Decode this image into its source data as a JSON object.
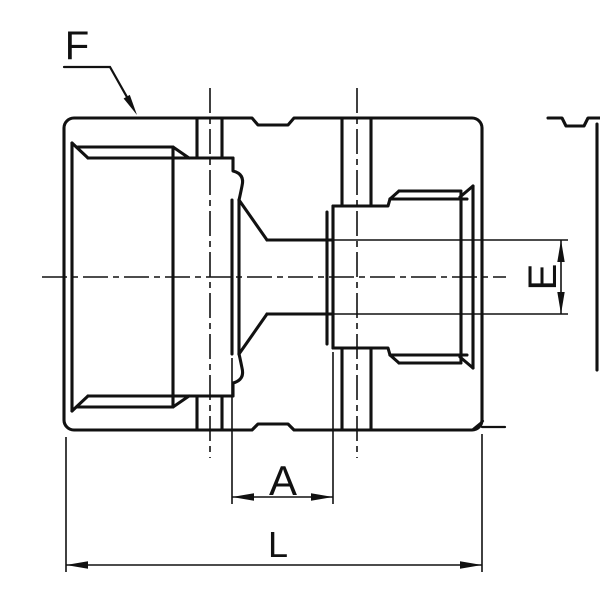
{
  "page": {
    "background": "#ffffff"
  },
  "drawing": {
    "type": "technical-drawing-cross-section",
    "line_color": "#111111",
    "labels": {
      "leader": "F",
      "socket_depth": "A",
      "overall_length": "L",
      "bore_diameter": "E"
    }
  }
}
